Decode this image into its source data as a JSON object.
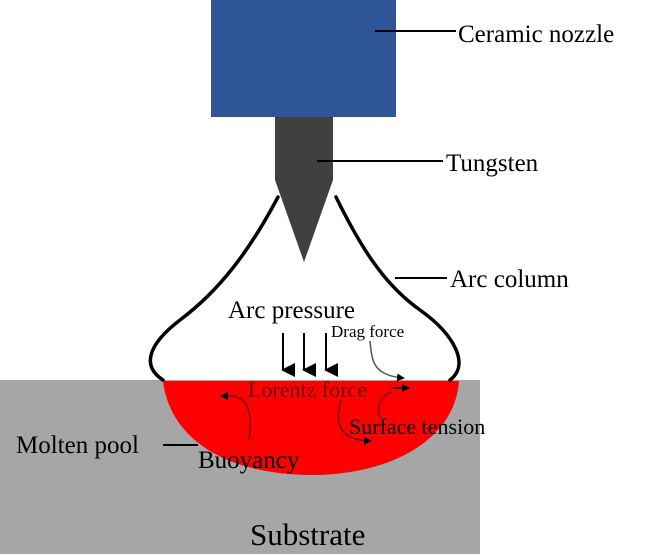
{
  "diagram": {
    "colors": {
      "nozzle": "#2e5597",
      "tungsten": "#404040",
      "substrate": "#a6a6a6",
      "molten_pool": "#ff0000",
      "line": "#000000"
    },
    "labels": {
      "ceramic_nozzle": "Ceramic nozzle",
      "tungsten": "Tungsten",
      "arc_column": "Arc column",
      "arc_pressure": "Arc pressure",
      "drag_force": "Drag force",
      "lorentz_force": "Lorentz force",
      "surface_tension": "Surface tension",
      "molten_pool": "Molten pool",
      "buoyancy": "Buoyancy",
      "substrate": "Substrate"
    }
  }
}
